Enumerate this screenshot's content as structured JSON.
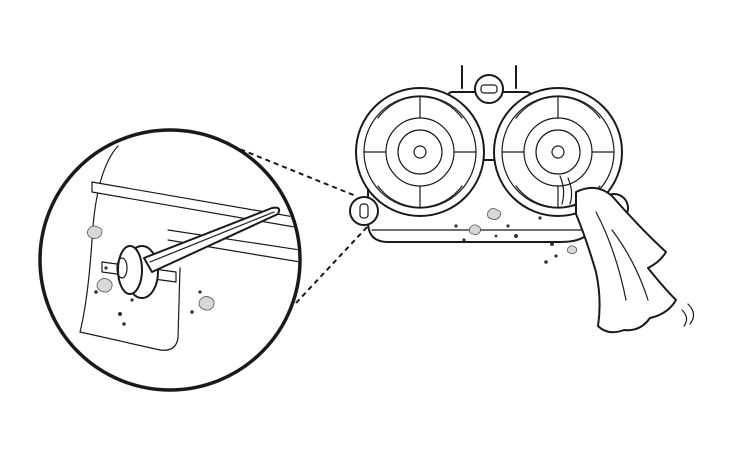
{
  "illustration": {
    "kind": "maintenance-diagram",
    "components": [
      "mop-base",
      "left-mop-pad",
      "right-mop-pad",
      "top-latch",
      "left-sensor",
      "right-sensor",
      "cleaning-cloth",
      "debris",
      "zoom-callout",
      "tweezers",
      "roller-wheel"
    ],
    "colors": {
      "line": "#1a1a1a",
      "background": "#ffffff",
      "debris": "#d8d8d8"
    }
  }
}
